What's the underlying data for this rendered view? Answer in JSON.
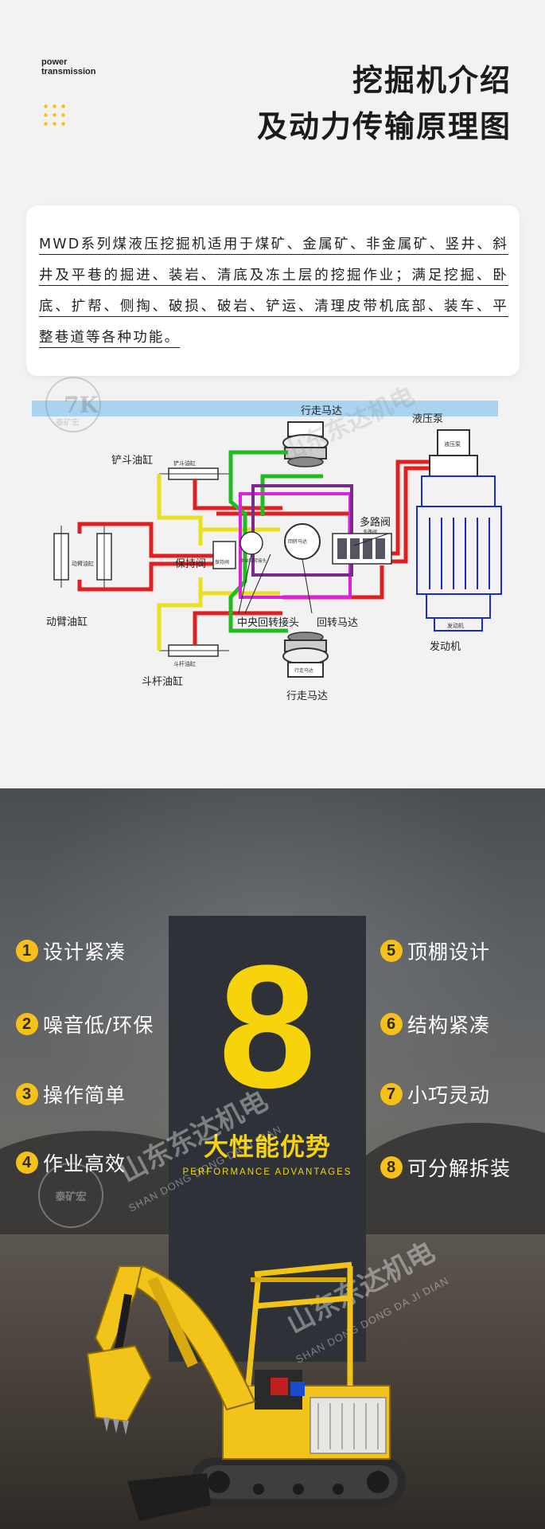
{
  "header": {
    "brand_line1": "power",
    "brand_line2": "transmission",
    "title_line1": "挖掘机介绍",
    "title_line2": "及动力传输原理图"
  },
  "description": "MWD系列煤液压挖掘机适用于煤矿、金属矿、非金属矿、竖井、斜井及平巷的掘进、装岩、清底及冻土层的挖掘作业；满足挖掘、卧底、扩帮、侧掏、破损、破岩、铲运、清理皮带机底部、装车、平整巷道等各种功能。",
  "diagram": {
    "travel_motor_top": "行走马达",
    "hydraulic_pump": "液压泵",
    "bucket_cylinder": "铲斗油缸",
    "boom_cylinder": "动臂油缸",
    "holding_valve": "保持阀",
    "multi_valve": "多路阀",
    "central_joint": "中央回转接头",
    "swing_motor": "回转马达",
    "engine": "发动机",
    "stick_cylinder": "斗杆油缸",
    "travel_motor_bottom": "行走马达",
    "small_bucket": "铲斗油缸",
    "small_boom": "动臂油缸",
    "small_holding": "保持阀",
    "small_multi": "多路阀",
    "small_swing": "回转马达",
    "small_central": "中央回转接头",
    "small_pump": "液压泵",
    "small_engine": "发动机",
    "small_stick": "斗杆油缸",
    "small_travel": "行走马达",
    "watermark_logo": "泰矿宏",
    "watermark_text": "山东东达机电"
  },
  "advantages": {
    "big_number": "8",
    "title": "大性能优势",
    "subtitle": "PERFORMANCE ADVANTAGES",
    "items": [
      {
        "num": "1",
        "label": "设计紧凑"
      },
      {
        "num": "2",
        "label": "噪音低/环保"
      },
      {
        "num": "3",
        "label": "操作简单"
      },
      {
        "num": "4",
        "label": "作业高效"
      },
      {
        "num": "5",
        "label": "顶棚设计"
      },
      {
        "num": "6",
        "label": "结构紧凑"
      },
      {
        "num": "7",
        "label": "小巧灵动"
      },
      {
        "num": "8",
        "label": "可分解拆装"
      }
    ],
    "watermark_cn": "山东东达机电",
    "watermark_en": "SHAN DONG DONG DA JI DIAN",
    "watermark_logo": "泰矿宏"
  },
  "colors": {
    "accent_yellow": "#f6d30a",
    "badge_yellow": "#f6c01a",
    "circuit_red": "#e02020",
    "circuit_yellow": "#e8e020",
    "circuit_green": "#22bb22",
    "circuit_magenta": "#e020e0",
    "circuit_purple": "#7a2a8a",
    "circuit_blue": "#1a2ad0"
  }
}
